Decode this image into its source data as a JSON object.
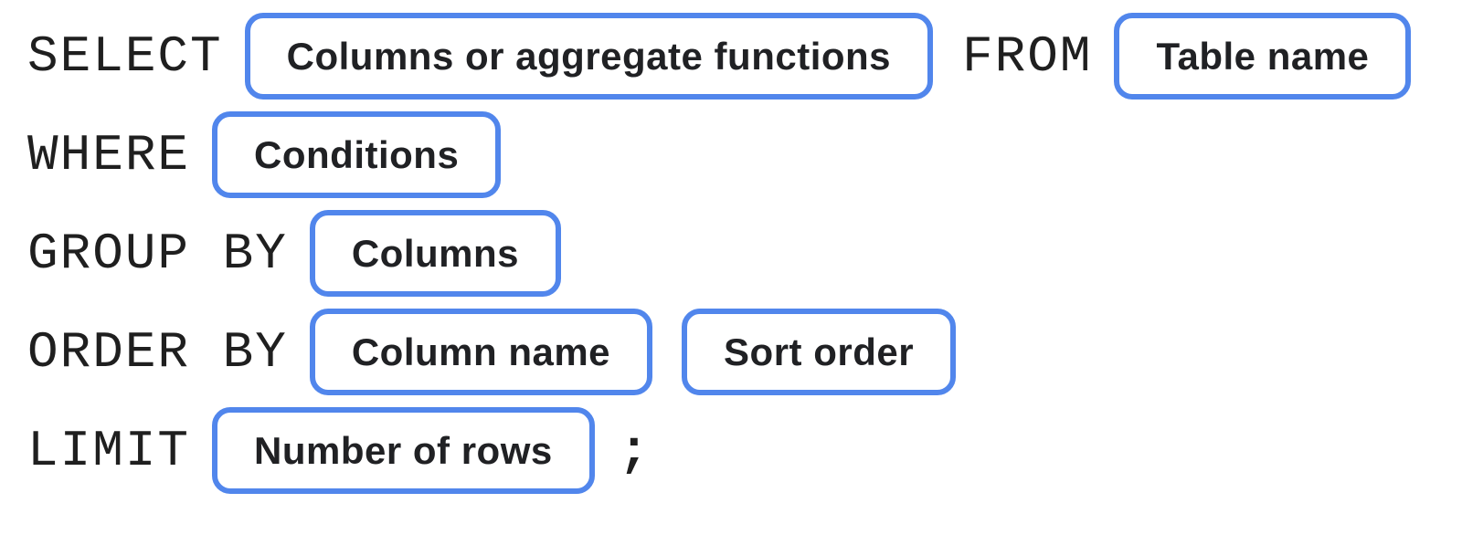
{
  "diagram": {
    "description": "SQL SELECT statement syntax diagram",
    "colors": {
      "accent": "#5186ec",
      "keyword_text": "#1f1f1f",
      "pill_text": "#202124",
      "background": "#ffffff"
    },
    "rows": [
      {
        "keyword1": "SELECT",
        "pill1": "Columns or aggregate functions",
        "keyword2": "FROM",
        "pill2": "Table name"
      },
      {
        "keyword1": "WHERE",
        "pill1": "Conditions"
      },
      {
        "keyword1": "GROUP BY",
        "pill1": "Columns"
      },
      {
        "keyword1": "ORDER BY",
        "pill1": "Column name",
        "pill2": "Sort order"
      },
      {
        "keyword1": "LIMIT",
        "pill1": "Number of rows",
        "terminator": ";"
      }
    ]
  }
}
